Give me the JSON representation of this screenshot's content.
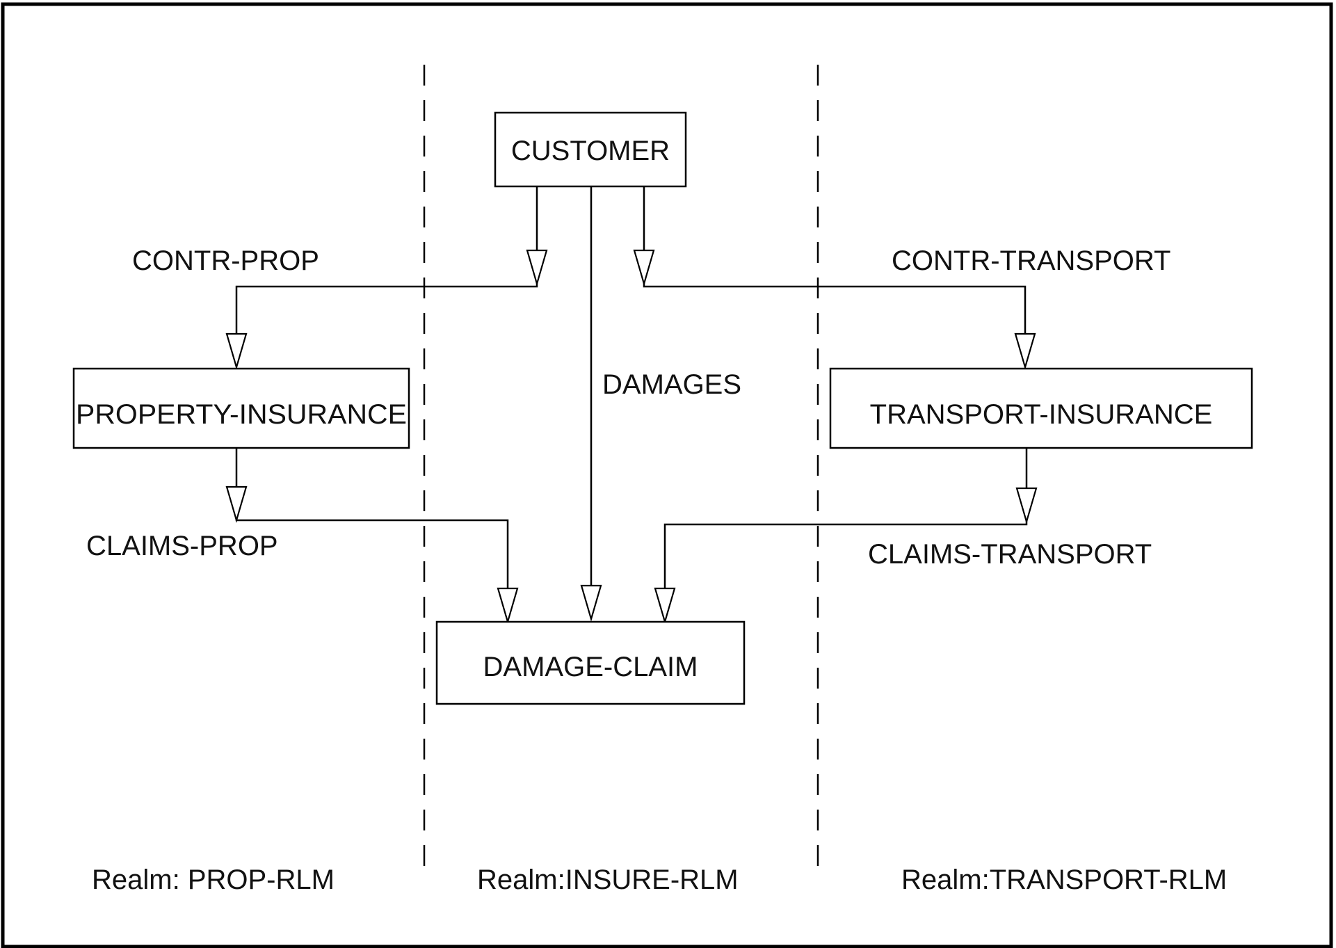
{
  "boxes": {
    "customer": "CUSTOMER",
    "property_insurance": "PROPERTY-INSURANCE",
    "transport_insurance": "TRANSPORT-INSURANCE",
    "damage_claim": "DAMAGE-CLAIM"
  },
  "sets": {
    "contr_prop": "CONTR-PROP",
    "contr_transport": "CONTR-TRANSPORT",
    "damages": "DAMAGES",
    "claims_prop": "CLAIMS-PROP",
    "claims_transport": "CLAIMS-TRANSPORT"
  },
  "realms": {
    "prop": "Realm: PROP-RLM",
    "insure": "Realm:INSURE-RLM",
    "transport": "Realm:TRANSPORT-RLM"
  }
}
